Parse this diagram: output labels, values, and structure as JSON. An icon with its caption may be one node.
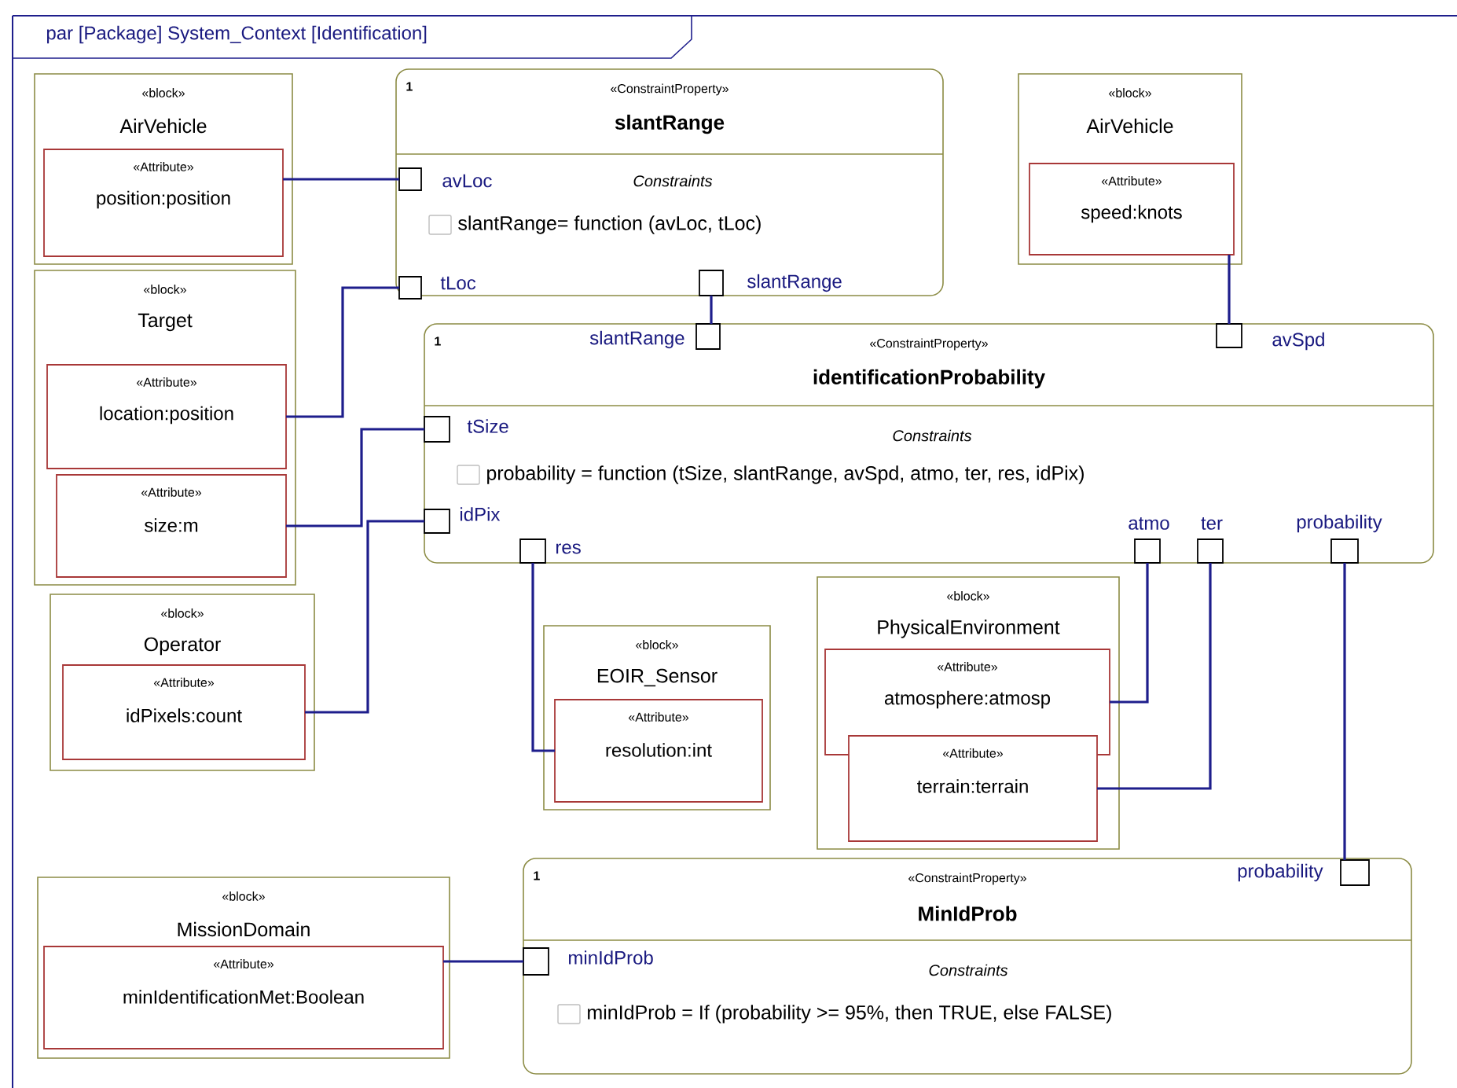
{
  "diagram": {
    "title": "par [Package] System_Context [Identification]",
    "nodes": [
      {
        "text": [
          "«block»",
          "AirVehicle"
        ]
      },
      {
        "text": [
          "«Attribute»",
          "position:position"
        ],
        "in": 0
      },
      {
        "text": [
          "«block»",
          "Target"
        ]
      },
      {
        "text": [
          "«Attribute»",
          "location:position"
        ],
        "in": 2
      },
      {
        "text": [
          "«Attribute»",
          "size:m"
        ],
        "in": 2
      },
      {
        "text": [
          "«block»",
          "Operator"
        ]
      },
      {
        "text": [
          "«Attribute»",
          "idPixels:count"
        ],
        "in": 5
      },
      {
        "text": [
          "1",
          "«ConstraintProperty»",
          "slantRange",
          "Constraints",
          "slantRange= function (avLoc, tLoc)"
        ]
      },
      {
        "text": [
          "avLoc"
        ],
        "in": 7
      },
      {
        "text": [
          "tLoc"
        ],
        "in": 7
      },
      {
        "text": [
          "slantRange"
        ],
        "in": 7
      },
      {
        "text": [
          "«block»",
          "AirVehicle"
        ]
      },
      {
        "text": [
          "«Attribute»",
          "speed:knots"
        ],
        "in": 11
      },
      {
        "text": [
          "1",
          "«ConstraintProperty»",
          "identificationProbability",
          "Constraints",
          "probability = function (tSize, slantRange, avSpd, atmo, ter, res, idPix)"
        ]
      },
      {
        "text": [
          "slantRange"
        ],
        "in": 13
      },
      {
        "text": [
          "avSpd"
        ],
        "in": 13
      },
      {
        "text": [
          "tSize"
        ],
        "in": 13
      },
      {
        "text": [
          "idPix"
        ],
        "in": 13
      },
      {
        "text": [
          "res"
        ],
        "in": 13
      },
      {
        "text": [
          "atmo"
        ],
        "in": 13
      },
      {
        "text": [
          "ter"
        ],
        "in": 13
      },
      {
        "text": [
          "probability"
        ],
        "in": 13
      },
      {
        "text": [
          "«block»",
          "EOIR_Sensor"
        ]
      },
      {
        "text": [
          "«Attribute»",
          "resolution:int"
        ],
        "in": 22
      },
      {
        "text": [
          "«block»",
          "PhysicalEnvironment"
        ]
      },
      {
        "text": [
          "«Attribute»",
          "atmosphere:atmosp"
        ],
        "in": 24
      },
      {
        "text": [
          "«Attribute»",
          "terrain:terrain"
        ],
        "in": 24
      },
      {
        "text": [
          "«block»",
          "MissionDomain"
        ]
      },
      {
        "text": [
          "«Attribute»",
          "minIdentificationMet:Boolean"
        ],
        "in": 27
      },
      {
        "text": [
          "1",
          "«ConstraintProperty»",
          "MinIdProb",
          "Constraints",
          "minIdProb = If (probability >= 95%, then TRUE, else FALSE)"
        ]
      },
      {
        "text": [
          "probability"
        ],
        "in": 29
      },
      {
        "text": [
          "minIdProb"
        ],
        "in": 29
      }
    ],
    "edges": [
      {
        "from": 1,
        "to": 8,
        "arrow": "none"
      },
      {
        "from": 3,
        "to": 9,
        "arrow": "none"
      },
      {
        "from": 10,
        "to": 14,
        "arrow": "none"
      },
      {
        "from": 12,
        "to": 15,
        "arrow": "none"
      },
      {
        "from": 4,
        "to": 16,
        "arrow": "none"
      },
      {
        "from": 6,
        "to": 17,
        "arrow": "none"
      },
      {
        "from": 23,
        "to": 18,
        "arrow": "none"
      },
      {
        "from": 25,
        "to": 19,
        "arrow": "none"
      },
      {
        "from": 26,
        "to": 20,
        "arrow": "none"
      },
      {
        "from": 21,
        "to": 30,
        "arrow": "none"
      },
      {
        "from": 28,
        "to": 31,
        "arrow": "none"
      }
    ]
  }
}
